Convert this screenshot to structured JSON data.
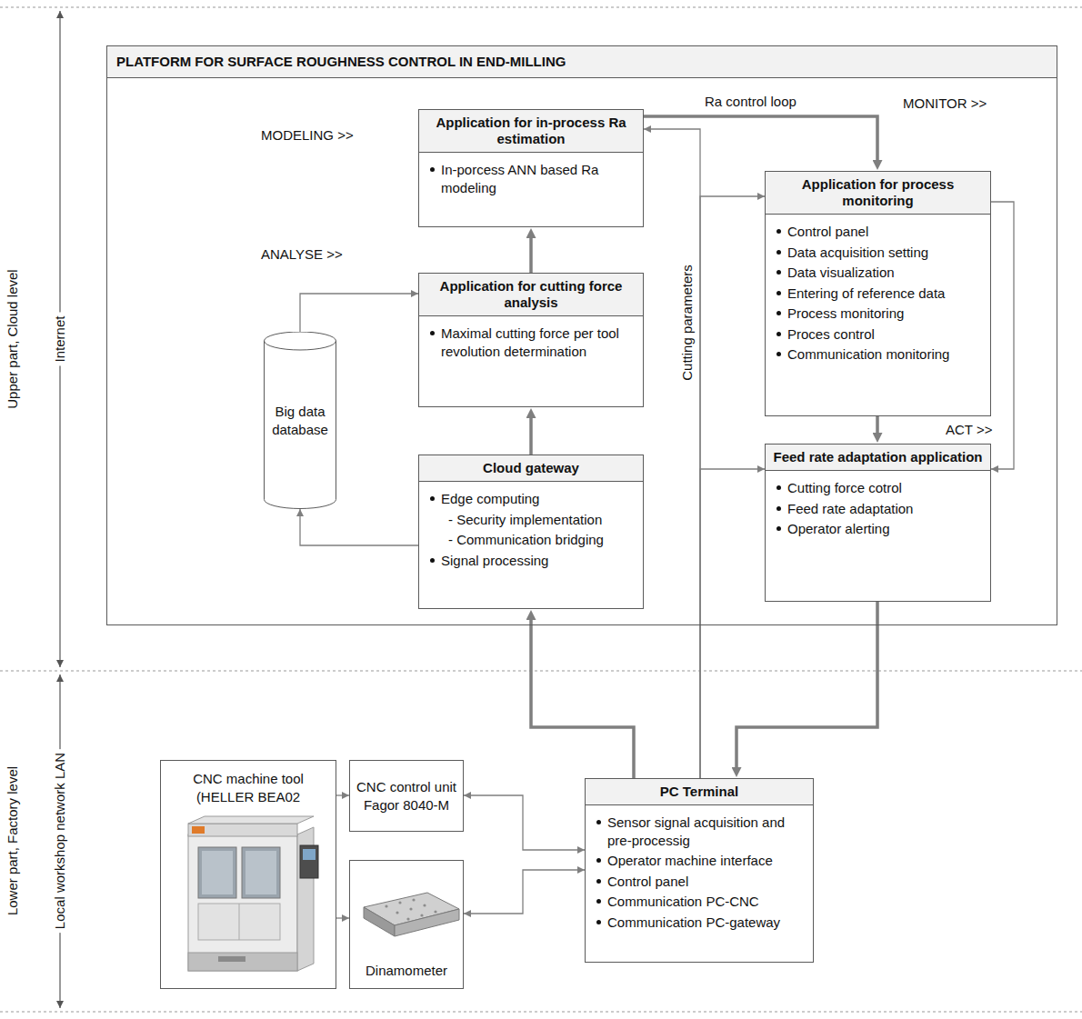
{
  "diagram": {
    "nodes": [
      {
        "text": [
          "PLATFORM FOR SURFACE ROUGHNESS CONTROL IN END-MILLING"
        ]
      },
      {
        "text": [
          "Application for in-process Ra estimation",
          "In-porcess ANN based Ra modeling"
        ],
        "in": 0
      },
      {
        "text": [
          "Application for process monitoring",
          "Control panel",
          "Data acquisition setting",
          "Data visualization",
          "Entering of reference data",
          "Process monitoring",
          "Proces control",
          "Communication monitoring"
        ],
        "in": 0
      },
      {
        "text": [
          "Application for cutting force analysis",
          "Maximal cutting force per tool revolution determination"
        ],
        "in": 0
      },
      {
        "text": [
          "Big data database"
        ],
        "in": 0
      },
      {
        "text": [
          "Cloud gateway",
          "Edge computing",
          "- Security implementation",
          "- Communication bridging",
          "Signal processing"
        ],
        "in": 0
      },
      {
        "text": [
          "Feed rate adaptation application",
          "Cutting force cotrol",
          "Feed rate adaptation",
          "Operator alerting"
        ],
        "in": 0
      },
      {
        "text": [
          "CNC machine tool (HELLER BEA02"
        ]
      },
      {
        "text": [
          "CNC control unit Fagor 8040-M"
        ]
      },
      {
        "text": [
          "PC Terminal",
          "Sensor signal acquisition and pre-processig",
          "Operator machine interface",
          "Control panel",
          "Communication PC-CNC",
          "Communication PC-gateway"
        ]
      },
      {
        "text": [
          "Dinamometer"
        ]
      }
    ],
    "edges": [
      {
        "from": 1,
        "to": 2,
        "arrow": "to",
        "label": "Ra control loop"
      },
      {
        "from": 3,
        "to": 1,
        "arrow": "to"
      },
      {
        "from": 5,
        "to": 3,
        "arrow": "to"
      },
      {
        "from": 5,
        "to": 4,
        "arrow": "to"
      },
      {
        "from": 4,
        "to": 3,
        "arrow": "to"
      },
      {
        "from": 2,
        "to": 6,
        "arrow": "to"
      },
      {
        "from": 2,
        "to": 6,
        "arrow": "to"
      },
      {
        "from": 6,
        "to": 9,
        "arrow": "to"
      },
      {
        "from": 9,
        "to": 5,
        "arrow": "to"
      },
      {
        "from": 9,
        "to": 1,
        "arrow": "to",
        "label": "Cutting parameters"
      },
      {
        "from": 9,
        "to": 2,
        "arrow": "to"
      },
      {
        "from": 9,
        "to": 6,
        "arrow": "to"
      },
      {
        "from": 7,
        "to": 8,
        "arrow": "to"
      },
      {
        "from": 7,
        "to": 10,
        "arrow": "to"
      },
      {
        "from": 8,
        "to": 9,
        "arrow": "both"
      },
      {
        "from": 10,
        "to": 9,
        "arrow": "both"
      }
    ],
    "labels": [
      "Upper part, Cloud level",
      "Internet",
      "Lower part, Factory level",
      "Local workshop network LAN",
      "MODELING >>",
      "ANALYSE >>",
      "MONITOR >>",
      "ACT >>"
    ]
  }
}
